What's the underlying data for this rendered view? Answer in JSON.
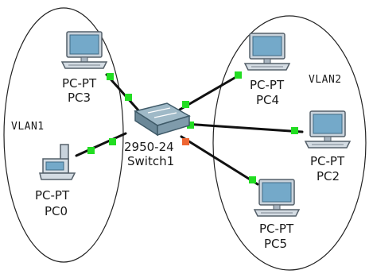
{
  "colors": {
    "link": "#111111",
    "port_up": "#22dd22",
    "port_alert": "#ee6633",
    "boundary": "#222222",
    "pc_body": "#c9d3dc",
    "pc_screen": "#74a9c9",
    "switch_top": "#9fb9c7",
    "switch_side": "#6b8898"
  },
  "vlans": [
    {
      "id": "vlan1",
      "label": "VLAN1"
    },
    {
      "id": "vlan2",
      "label": "VLAN2"
    }
  ],
  "switch": {
    "model": "2950-24",
    "name": "Switch1",
    "icon": "switch-icon"
  },
  "devices": [
    {
      "id": "pc3",
      "model": "PC-PT",
      "name": "PC3",
      "icon": "pc-icon"
    },
    {
      "id": "pc0",
      "model": "PC-PT",
      "name": "PC0",
      "icon": "pc-icon"
    },
    {
      "id": "pc4",
      "model": "PC-PT",
      "name": "PC4",
      "icon": "pc-icon"
    },
    {
      "id": "pc2",
      "model": "PC-PT",
      "name": "PC2",
      "icon": "pc-icon"
    },
    {
      "id": "pc5",
      "model": "PC-PT",
      "name": "PC5",
      "icon": "pc-icon"
    }
  ],
  "links": [
    {
      "from": "switch",
      "to": "pc3",
      "switch_port": "up",
      "device_port": "up"
    },
    {
      "from": "switch",
      "to": "pc0",
      "switch_port": "up",
      "device_port": "up"
    },
    {
      "from": "switch",
      "to": "pc4",
      "switch_port": "up",
      "device_port": "up"
    },
    {
      "from": "switch",
      "to": "pc2",
      "switch_port": "up",
      "device_port": "up"
    },
    {
      "from": "switch",
      "to": "pc5",
      "switch_port": "alert",
      "device_port": "up"
    }
  ]
}
